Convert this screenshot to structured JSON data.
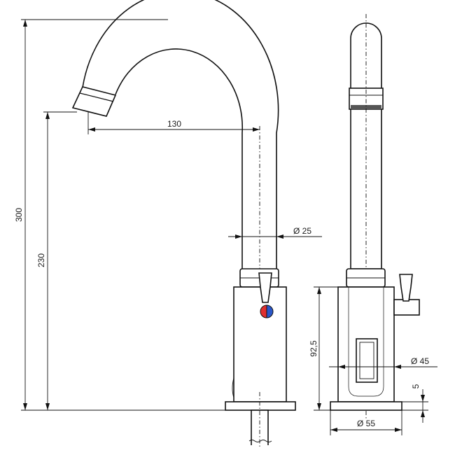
{
  "dimensions": {
    "overall_height": "300",
    "spout_height": "230",
    "spout_reach": "130",
    "spout_diameter": "Ø 25",
    "body_height": "92,5",
    "body_diameter": "Ø 45",
    "base_thickness": "5",
    "base_diameter": "Ø 55"
  },
  "colors": {
    "line": "#111111",
    "hot_indicator": "#e03030",
    "cold_indicator": "#2a57c8"
  }
}
